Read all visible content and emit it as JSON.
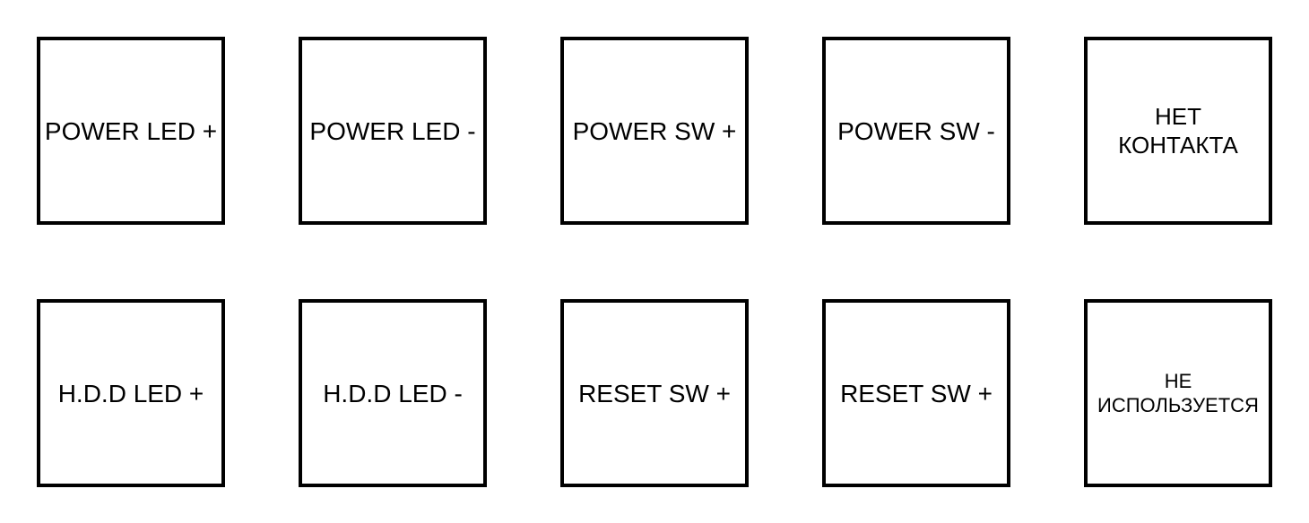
{
  "colors": {
    "background": "#ffffff",
    "box_border": "#000000",
    "box_fill": "#ffffff",
    "text": "#000000"
  },
  "pin_grid": {
    "rows": [
      {
        "cells": [
          {
            "label": "POWER LED +"
          },
          {
            "label": "POWER LED -"
          },
          {
            "label": "POWER SW +"
          },
          {
            "label": "POWER SW -"
          },
          {
            "label": "НЕТ\nКОНТАКТА"
          }
        ]
      },
      {
        "cells": [
          {
            "label": "H.D.D LED +"
          },
          {
            "label": "H.D.D LED -"
          },
          {
            "label": "RESET SW +"
          },
          {
            "label": "RESET SW +"
          },
          {
            "label": "НЕ\nИСПОЛЬЗУЕТСЯ"
          }
        ]
      }
    ]
  }
}
